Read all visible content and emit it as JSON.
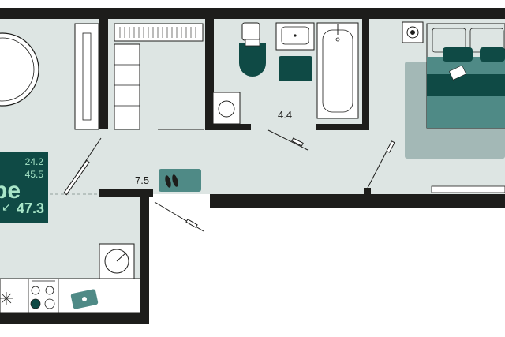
{
  "plan": {
    "rooms": [
      {
        "id": "bathroom",
        "area": "4.4"
      },
      {
        "id": "hallway",
        "area": "7.5"
      }
    ],
    "badge": {
      "living_area": "24.2",
      "total_living_area": "45.5",
      "total_area": "47.3",
      "word_fragment": "pe",
      "arrow": "↙"
    },
    "colors": {
      "floor": "#dde5e3",
      "wall": "#1d1d1b",
      "accent_dark": "#0f4a45",
      "accent_mid": "#4f8a86",
      "rug": "#a3b8b6",
      "text_light": "#a8e6c8"
    }
  }
}
